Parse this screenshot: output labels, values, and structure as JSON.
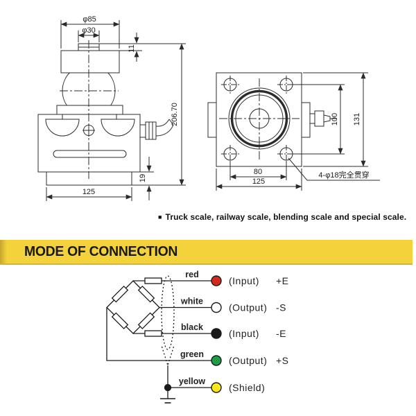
{
  "drawings": {
    "side_view": {
      "dim_top_diameter": "φ85",
      "dim_cap_diameter": "φ30",
      "dim_cap_height": "11",
      "dim_total_height": "206.70",
      "dim_base_height": "19",
      "dim_base_width": "125"
    },
    "front_view": {
      "dim_hole_pitch_vertical": "100",
      "dim_plate_height": "131",
      "dim_hole_pitch_horizontal": "80",
      "dim_plate_width": "125",
      "dim_holes_note": "4-φ18完全贯穿"
    }
  },
  "application_note": {
    "bullet": "■",
    "text": "Truck scale, railway scale, blending scale and special scale."
  },
  "section_header": {
    "title": "MODE OF CONNECTION",
    "background_color": "#f4d23b",
    "text_color": "#1a1a1a"
  },
  "wiring_diagram": {
    "rows": [
      {
        "wire_label": "red",
        "terminal_color": "#d42a1e",
        "function": "(Input)",
        "signal": "+E"
      },
      {
        "wire_label": "white",
        "terminal_color": "#ffffff",
        "function": "(Output)",
        "signal": "-S"
      },
      {
        "wire_label": "black",
        "terminal_color": "#1a1a1a",
        "function": "(Input)",
        "signal": "-E"
      },
      {
        "wire_label": "green",
        "terminal_color": "#1e9e44",
        "function": "(Output)",
        "signal": "+S"
      },
      {
        "wire_label": "yellow",
        "terminal_color": "#ffe81a",
        "function": "(Shield)",
        "signal": ""
      }
    ]
  }
}
